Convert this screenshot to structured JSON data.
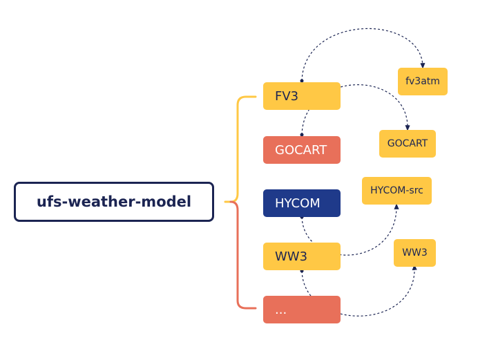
{
  "root": {
    "label": "ufs-weather-model"
  },
  "components": [
    {
      "id": "fv3",
      "label": "FV3",
      "color": "#ffc845",
      "text_color": "#1b2452"
    },
    {
      "id": "gocart",
      "label": "GOCART",
      "color": "#e8705a",
      "text_color": "#ffffff"
    },
    {
      "id": "hycom",
      "label": "HYCOM",
      "color": "#1f3a8a",
      "text_color": "#ffffff"
    },
    {
      "id": "ww3",
      "label": "WW3",
      "color": "#ffc845",
      "text_color": "#1b2452"
    },
    {
      "id": "more",
      "label": "...",
      "color": "#e8705a",
      "text_color": "#ffffff"
    }
  ],
  "sources": [
    {
      "id": "fv3atm",
      "label": "fv3atm",
      "color": "#ffc845",
      "text_color": "#1b2452"
    },
    {
      "id": "gocart-src",
      "label": "GOCART",
      "color": "#ffc845",
      "text_color": "#1b2452"
    },
    {
      "id": "hycom-src",
      "label": "HYCOM-src",
      "color": "#ffc845",
      "text_color": "#1b2452"
    },
    {
      "id": "ww3-src",
      "label": "WW3",
      "color": "#ffc845",
      "text_color": "#1b2452"
    }
  ],
  "colors": {
    "root_border": "#1b2452",
    "brace_upper": "#ffc845",
    "brace_lower": "#e8705a",
    "link_line": "#1b2452"
  }
}
